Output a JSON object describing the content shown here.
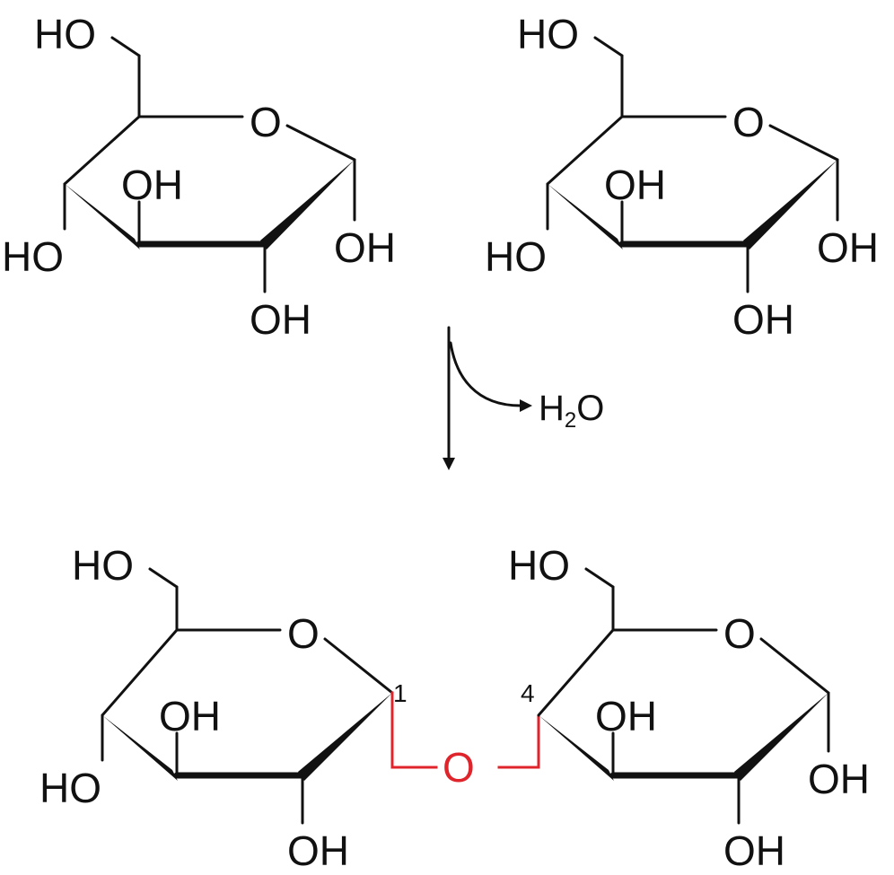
{
  "colors": {
    "ink": "#111111",
    "glycosidic_bond": "#e0242c"
  },
  "molecules": {
    "top_left": {
      "labels": {
        "ch2oh": "HO",
        "ring_o": "O",
        "c3_oh": "OH",
        "c4_oh": "HO",
        "c2_oh": "OH",
        "c1_oh": "OH"
      }
    },
    "top_right": {
      "labels": {
        "ch2oh": "HO",
        "ring_o": "O",
        "c3_oh": "OH",
        "c4_oh": "HO",
        "c2_oh": "OH",
        "c1_oh": "OH"
      }
    },
    "bottom_left": {
      "labels": {
        "ch2oh": "HO",
        "ring_o": "O",
        "c3_oh": "OH",
        "c4_oh": "HO",
        "c2_oh": "OH"
      },
      "carbon_number": "1"
    },
    "bottom_right": {
      "labels": {
        "ch2oh": "HO",
        "ring_o": "O",
        "c3_oh": "OH",
        "c2_oh": "OH",
        "c1_oh": "OH"
      },
      "carbon_number": "4"
    }
  },
  "reaction": {
    "byproduct_main": "H",
    "byproduct_subscript": "2",
    "byproduct_tail": "O"
  },
  "glycosidic_oxygen": "O"
}
